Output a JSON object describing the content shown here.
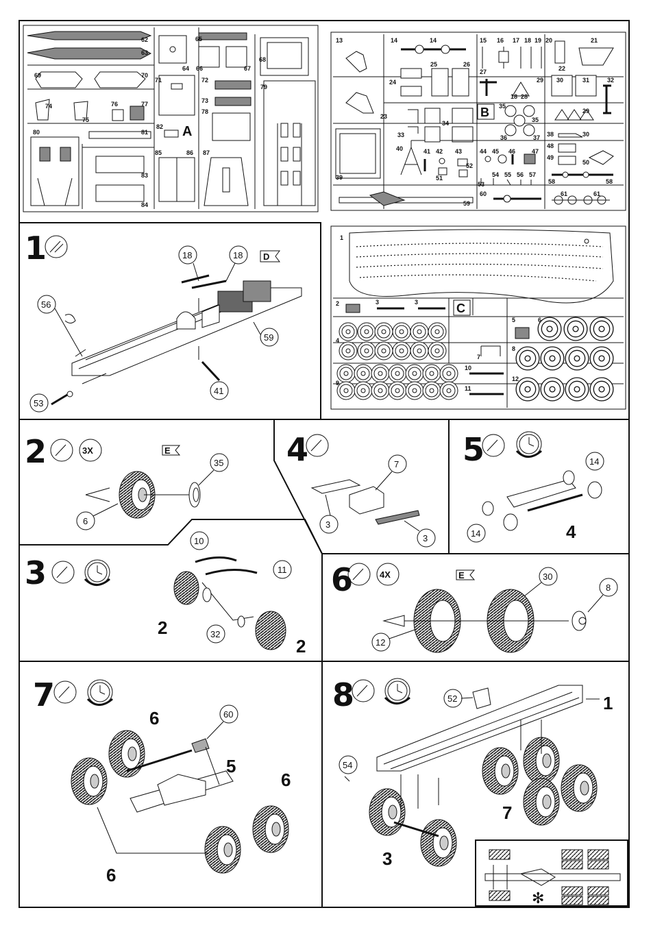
{
  "sprues": {
    "sprue_a": {
      "letter": "A",
      "parts": [
        "62",
        "63",
        "64",
        "65",
        "66",
        "67",
        "68",
        "69",
        "70",
        "71",
        "72",
        "73",
        "74",
        "75",
        "76",
        "77",
        "78",
        "79",
        "80",
        "81",
        "82",
        "83",
        "84",
        "85",
        "86",
        "87"
      ]
    },
    "sprue_b": {
      "letter": "B",
      "parts": [
        "13",
        "14",
        "14",
        "15",
        "16",
        "17",
        "18",
        "19",
        "20",
        "21",
        "22",
        "23",
        "24",
        "25",
        "26",
        "27",
        "18",
        "28",
        "29",
        "30",
        "31",
        "32",
        "29",
        "33",
        "34",
        "35",
        "35",
        "36",
        "37",
        "38",
        "48",
        "49",
        "30",
        "50",
        "39",
        "40",
        "41",
        "42",
        "43",
        "44",
        "45",
        "46",
        "47",
        "51",
        "52",
        "53",
        "54",
        "55",
        "56",
        "57",
        "58",
        "58",
        "59",
        "60",
        "61",
        "61"
      ]
    },
    "sprue_c": {
      "letter": "C",
      "parts": [
        "1",
        "2",
        "3",
        "3",
        "4",
        "5",
        "6",
        "7",
        "8",
        "9",
        "10",
        "11",
        "12"
      ]
    }
  },
  "steps": [
    {
      "number": "1",
      "decal_tag": "D",
      "callouts": [
        "18",
        "18",
        "56",
        "59",
        "53",
        "41"
      ]
    },
    {
      "number": "2",
      "multiplier": "3X",
      "decal_tag": "E",
      "callouts": [
        "35",
        "6"
      ]
    },
    {
      "number": "3",
      "callouts": [
        "10",
        "11",
        "32"
      ],
      "labels": [
        "2",
        "2"
      ]
    },
    {
      "number": "4",
      "callouts": [
        "7",
        "3",
        "3"
      ]
    },
    {
      "number": "5",
      "callouts": [
        "14",
        "14"
      ],
      "labels": [
        "4"
      ]
    },
    {
      "number": "6",
      "multiplier": "4X",
      "decal_tag": "E",
      "callouts": [
        "30",
        "8",
        "12"
      ]
    },
    {
      "number": "7",
      "callouts": [
        "60"
      ],
      "labels": [
        "6",
        "5",
        "6",
        "6"
      ]
    },
    {
      "number": "8",
      "callouts": [
        "52",
        "54"
      ],
      "labels": [
        "1",
        "7",
        "3"
      ],
      "inset_symbol": "✻"
    }
  ]
}
